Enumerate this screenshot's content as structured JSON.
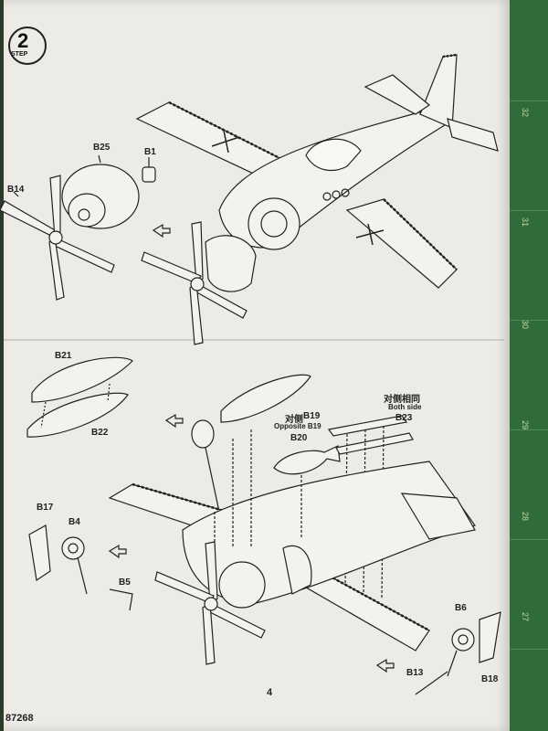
{
  "step": {
    "number": "2",
    "word": "STEP"
  },
  "labels": {
    "b25": "B25",
    "b1": "B1",
    "b14": "B14",
    "b21": "B21",
    "b22": "B22",
    "same_cn": "对侧相同",
    "both_side": "Both side",
    "b23": "B23",
    "opp_cn": "对侧",
    "b19": "B19",
    "opposite_b19": "Opposite B19",
    "b20": "B20",
    "b17": "B17",
    "b4": "B4",
    "b5": "B5",
    "b6": "B6",
    "b13": "B13",
    "b18": "B18"
  },
  "page_number": "4",
  "kit_number": "87268",
  "mat_numbers": [
    "32",
    "31",
    "30",
    "29",
    "28",
    "27"
  ],
  "colors": {
    "paper": "#ecebe6",
    "ink": "#222222",
    "mat": "#2f6b3b"
  }
}
